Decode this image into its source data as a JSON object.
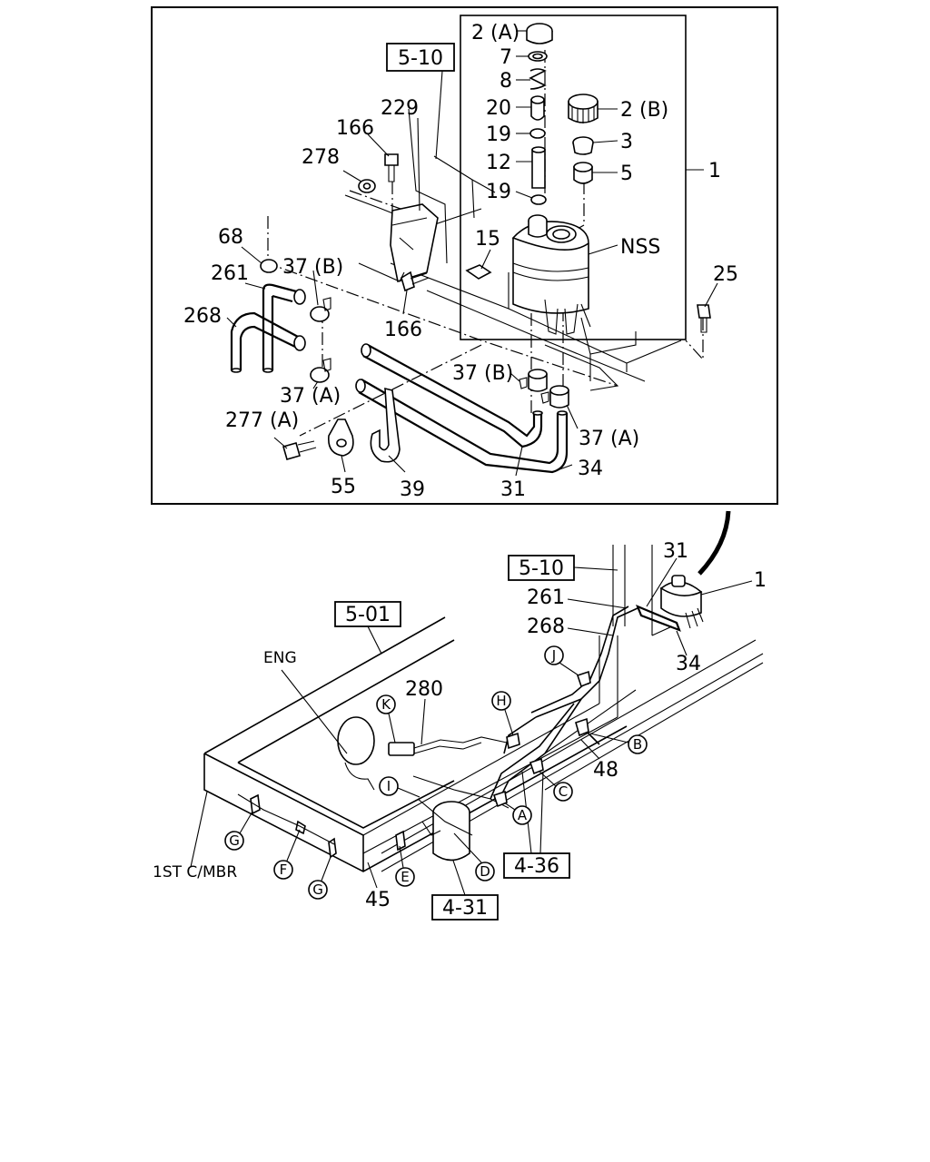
{
  "detail_parts": {
    "p1": "1",
    "p2a": "2 (A)",
    "p2b": "2 (B)",
    "p3": "3",
    "p5": "5",
    "p7": "7",
    "p8": "8",
    "p12": "12",
    "p15": "15",
    "p19a": "19",
    "p19b": "19",
    "p20": "20",
    "p25": "25",
    "p31": "31",
    "p34": "34",
    "p37a_left": "37 (A)",
    "p37b_left": "37 (B)",
    "p37a_right": "37 (A)",
    "p37b_right": "37 (B)",
    "p39": "39",
    "p55": "55",
    "p68": "68",
    "p166a": "166",
    "p166b": "166",
    "p229": "229",
    "p261": "261",
    "p268": "268",
    "p277a": "277 (A)",
    "p278": "278",
    "nss": "NSS",
    "ref_5_10": "5-10"
  },
  "overview_parts": {
    "ref_5_10": "5-10",
    "ref_5_01": "5-01",
    "ref_4_36": "4-36",
    "ref_4_31": "4-31",
    "p31": "31",
    "p1": "1",
    "p261": "261",
    "p268": "268",
    "p34": "34",
    "p280": "280",
    "p48": "48",
    "p45": "45",
    "eng": "ENG",
    "first_cmbr": "1ST C/MBR"
  },
  "callouts": {
    "a": "A",
    "b": "B",
    "c": "C",
    "d": "D",
    "e": "E",
    "f": "F",
    "g1": "G",
    "g2": "G",
    "h": "H",
    "i": "I",
    "j": "J",
    "k": "K"
  }
}
